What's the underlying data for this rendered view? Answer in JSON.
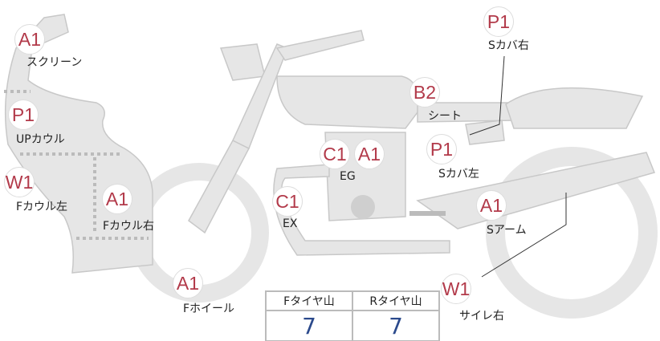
{
  "parts": [
    {
      "code": "A1",
      "label": "スクリーン"
    },
    {
      "code": "P1",
      "label": "UPカウル"
    },
    {
      "code": "W1",
      "label": "Fカウル左"
    },
    {
      "code": "A1",
      "label": "Fカウル右"
    },
    {
      "code": "A1",
      "label": "Fホイール"
    },
    {
      "code": "C1",
      "label": "EX"
    },
    {
      "code": "C1",
      "label": "EG"
    },
    {
      "code": "A1",
      "label": ""
    },
    {
      "code": "B2",
      "label": "シート"
    },
    {
      "code": "P1",
      "label": "Sカバ右"
    },
    {
      "code": "P1",
      "label": "Sカバ左"
    },
    {
      "code": "A1",
      "label": "Sアーム"
    },
    {
      "code": "W1",
      "label": "サイレ右"
    }
  ],
  "tire_table": {
    "headers": [
      "Fタイヤ山",
      "Rタイヤ山"
    ],
    "values": [
      "7",
      "7"
    ]
  },
  "colors": {
    "badge_text": "#b23a4a",
    "body": "#e6e6e6",
    "value": "#2b4a8c"
  }
}
